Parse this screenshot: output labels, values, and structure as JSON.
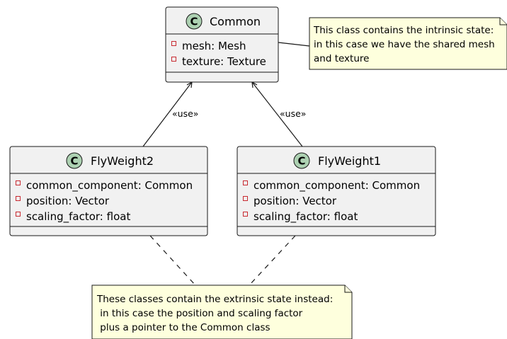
{
  "classes": {
    "common": {
      "name": "Common",
      "stereotype_letter": "C",
      "attributes": [
        "mesh: Mesh",
        "texture: Texture"
      ]
    },
    "flyweight2": {
      "name": "FlyWeight2",
      "stereotype_letter": "C",
      "attributes": [
        "common_component: Common",
        "position: Vector",
        "scaling_factor: float"
      ]
    },
    "flyweight1": {
      "name": "FlyWeight1",
      "stereotype_letter": "C",
      "attributes": [
        "common_component: Common",
        "position: Vector",
        "scaling_factor: float"
      ]
    }
  },
  "relations": {
    "left_label": "«use»",
    "right_label": "«use»"
  },
  "notes": {
    "intrinsic": [
      "This class contains the intrinsic state:",
      "in this case we have the shared mesh",
      "and texture"
    ],
    "extrinsic": [
      "These classes contain the extrinsic state instead:",
      " in this case the position and scaling factor",
      " plus a pointer to the Common class"
    ]
  },
  "colors": {
    "class_fill": "#F1F1F1",
    "class_border": "#181818",
    "circle_fill": "#ADD1B2",
    "note_fill": "#FEFFDD",
    "attr_marker": "#C82930"
  }
}
